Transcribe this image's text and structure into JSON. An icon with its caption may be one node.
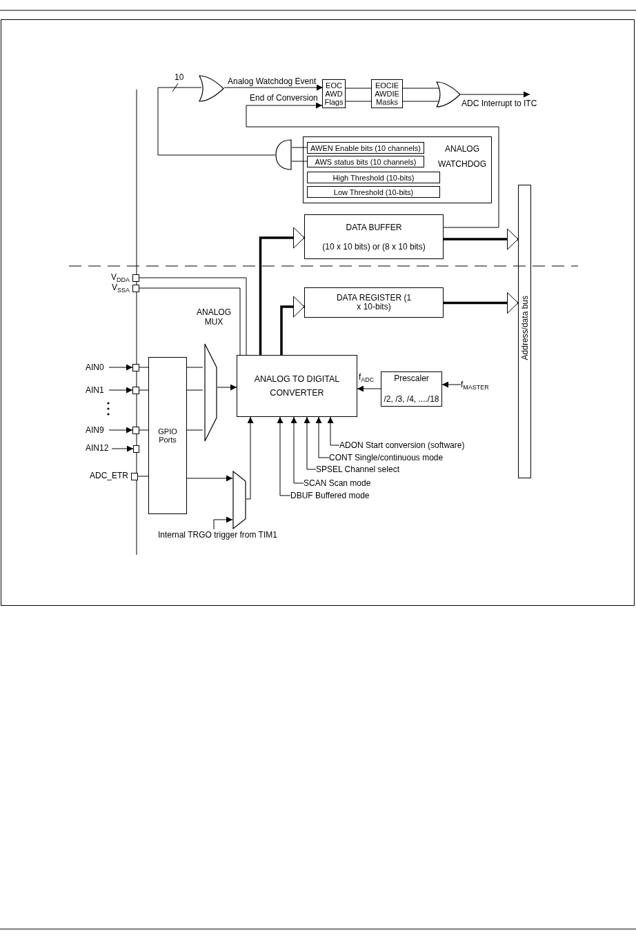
{
  "diagram": {
    "nodes": [
      {
        "text": [],
        "shape": "gate"
      },
      {
        "text": [
          "EOC AWD Flags"
        ]
      },
      {
        "text": [
          "EOCIE AWDIE Masks"
        ]
      },
      {
        "text": [],
        "shape": "gate"
      },
      {
        "text": [],
        "shape": "gate"
      },
      {
        "text": [
          "ANALOG WATCHDOG"
        ]
      },
      {
        "text": [
          "AWEN Enable bits (10 channels)"
        ],
        "in": 5
      },
      {
        "text": [
          "AWS status bits (10 channels)"
        ],
        "in": 5
      },
      {
        "text": [
          "High Threshold (10-bits)"
        ],
        "in": 5
      },
      {
        "text": [
          "Low Threshold (10-bits)"
        ],
        "in": 5
      },
      {
        "text": [
          "DATA BUFFER",
          "(10 x 10 bits) or  (8 x 10 bits)"
        ]
      },
      {
        "text": [
          "DATA REGISTER (1 x 10-bits)"
        ]
      },
      {
        "text": [
          "Address/data bus"
        ]
      },
      {
        "text": [
          "V$_{DDA}$"
        ]
      },
      {
        "text": [
          "V$_{SSA}$"
        ]
      },
      {
        "text": [
          "ANALOG MUX"
        ]
      },
      {
        "text": [
          "ANALOG TO DIGITAL CONVERTER"
        ]
      },
      {
        "text": [
          "Prescaler",
          "/2, /3, /4, ..../18"
        ]
      },
      {
        "text": [
          "f$_{MASTER}$"
        ]
      },
      {
        "text": [
          "AIN0"
        ]
      },
      {
        "text": [],
        "shape": "box"
      },
      {
        "text": [
          "AIN1"
        ]
      },
      {
        "text": [],
        "shape": "box"
      },
      {
        "text": [
          "AIN9"
        ]
      },
      {
        "text": [],
        "shape": "box"
      },
      {
        "text": [
          "AIN12"
        ]
      },
      {
        "text": [],
        "shape": "box"
      },
      {
        "text": [
          "ADC_ETR"
        ]
      },
      {
        "text": [
          "GPIO Ports"
        ]
      },
      {
        "text": [],
        "shape": "trapezoid"
      },
      {
        "text": [
          "Internal TRGO trigger from TIM1"
        ]
      },
      {
        "text": [
          "ADON Start conversion (software)"
        ]
      },
      {
        "text": [
          "CONT Single/continuous mode"
        ]
      },
      {
        "text": [
          "SPSEL Channel select"
        ]
      },
      {
        "text": [
          "SCAN Scan mode"
        ]
      },
      {
        "text": [
          "DBUF Buffered mode"
        ]
      }
    ],
    "edges": [
      {
        "from": 4,
        "to": 0,
        "arrow": "none",
        "label": "10"
      },
      {
        "from": 0,
        "to": 1,
        "arrow": "to",
        "label": "Analog Watchdog Event"
      },
      {
        "from": 10,
        "to": 1,
        "arrow": "to",
        "label": "End of Conversion"
      },
      {
        "from": 1,
        "to": 2,
        "arrow": "none"
      },
      {
        "from": 1,
        "to": 2,
        "arrow": "none"
      },
      {
        "from": 2,
        "to": 3,
        "arrow": "none"
      },
      {
        "from": 2,
        "to": 3,
        "arrow": "none"
      },
      {
        "from": 3,
        "to": null,
        "arrow": "to",
        "label": "ADC Interrupt to ITC"
      },
      {
        "from": 6,
        "to": 4,
        "arrow": "none"
      },
      {
        "from": 7,
        "to": 4,
        "arrow": "none"
      },
      {
        "from": 16,
        "to": 10,
        "arrow": "to",
        "style": "thick"
      },
      {
        "from": 16,
        "to": 11,
        "arrow": "to",
        "style": "thick"
      },
      {
        "from": 10,
        "to": 12,
        "arrow": "to",
        "style": "thick"
      },
      {
        "from": 11,
        "to": 12,
        "arrow": "to",
        "style": "thick"
      },
      {
        "from": 13,
        "to": 16,
        "arrow": "none"
      },
      {
        "from": 14,
        "to": 16,
        "arrow": "none"
      },
      {
        "from": 19,
        "to": 20,
        "arrow": "to"
      },
      {
        "from": 21,
        "to": 22,
        "arrow": "to"
      },
      {
        "from": 23,
        "to": 24,
        "arrow": "to"
      },
      {
        "from": 25,
        "to": 26,
        "arrow": "to"
      },
      {
        "from": 20,
        "to": 28,
        "arrow": "none"
      },
      {
        "from": 22,
        "to": 28,
        "arrow": "none"
      },
      {
        "from": 24,
        "to": 28,
        "arrow": "none"
      },
      {
        "from": 27,
        "to": 28,
        "arrow": "none"
      },
      {
        "from": 28,
        "to": 15,
        "arrow": "none"
      },
      {
        "from": 28,
        "to": 15,
        "arrow": "none"
      },
      {
        "from": 28,
        "to": 15,
        "arrow": "none"
      },
      {
        "from": 15,
        "to": 16,
        "arrow": "to"
      },
      {
        "from": 28,
        "to": 29,
        "arrow": "to"
      },
      {
        "from": 30,
        "to": 29,
        "arrow": "to"
      },
      {
        "from": 29,
        "to": 16,
        "arrow": "to"
      },
      {
        "from": 17,
        "to": 16,
        "arrow": "to",
        "label": "f$_{ADC}$"
      },
      {
        "from": 18,
        "to": 17,
        "arrow": "to"
      },
      {
        "from": 31,
        "to": 16,
        "arrow": "to"
      },
      {
        "from": 32,
        "to": 16,
        "arrow": "to"
      },
      {
        "from": 33,
        "to": 16,
        "arrow": "to"
      },
      {
        "from": 34,
        "to": 16,
        "arrow": "to"
      },
      {
        "from": 35,
        "to": 16,
        "arrow": "to"
      }
    ]
  }
}
